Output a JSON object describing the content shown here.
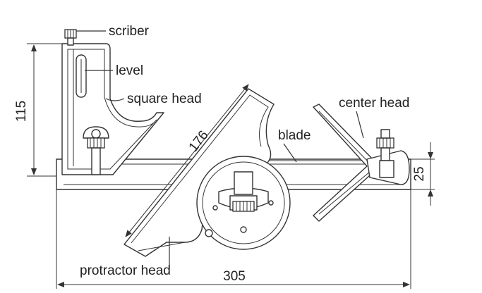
{
  "labels": {
    "scriber": "scriber",
    "level": "level",
    "square_head": "square head",
    "center_head": "center head",
    "blade": "blade",
    "protractor_head": "protractor head"
  },
  "dimensions": {
    "height_115": "115",
    "diag_176": "176",
    "thick_25": "25",
    "length_305": "305"
  }
}
